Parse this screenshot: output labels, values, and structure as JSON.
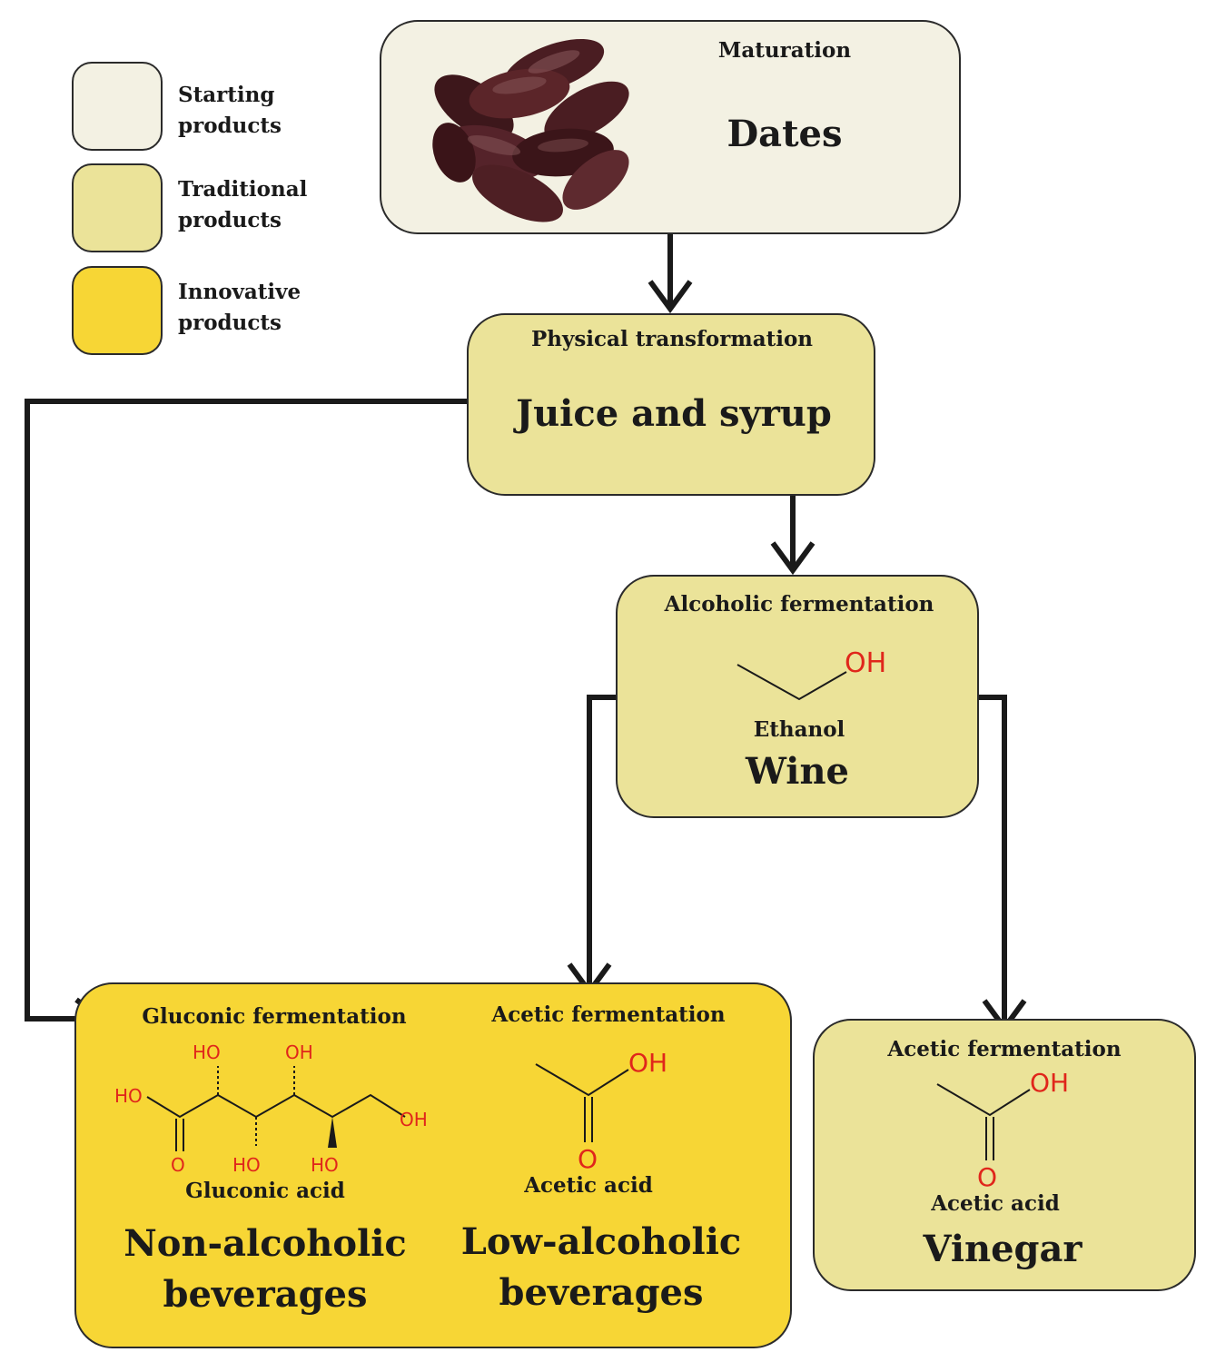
{
  "legend": {
    "starting": "Starting\nproducts",
    "traditional": "Traditional\nproducts",
    "innovative": "Innovative\nproducts"
  },
  "nodes": {
    "dates": {
      "step": "Maturation",
      "title": "Dates"
    },
    "juice": {
      "step": "Physical transformation",
      "title": "Juice and syrup"
    },
    "wine": {
      "step": "Alcoholic fermentation",
      "compound": "Ethanol",
      "title": "Wine"
    },
    "non_alcoholic": {
      "step": "Gluconic fermentation",
      "compound": "Gluconic acid",
      "title_line1": "Non-alcoholic",
      "title_line2": "beverages"
    },
    "low_alcoholic": {
      "step": "Acetic fermentation",
      "compound": "Acetic acid",
      "title_line1": "Low-alcoholic",
      "title_line2": "beverages"
    },
    "vinegar": {
      "step": "Acetic fermentation",
      "compound": "Acetic acid",
      "title": "Vinegar"
    }
  },
  "chem_labels": {
    "oh": "OH",
    "o": "O",
    "ho": "HO"
  },
  "colors": {
    "starting": "#f3f1e3",
    "traditional": "#ebe399",
    "innovative": "#f7d635",
    "heteroatom": "#e0261b",
    "line": "#1a1a1a"
  },
  "icons": {
    "dates_image": "dates-photo"
  }
}
